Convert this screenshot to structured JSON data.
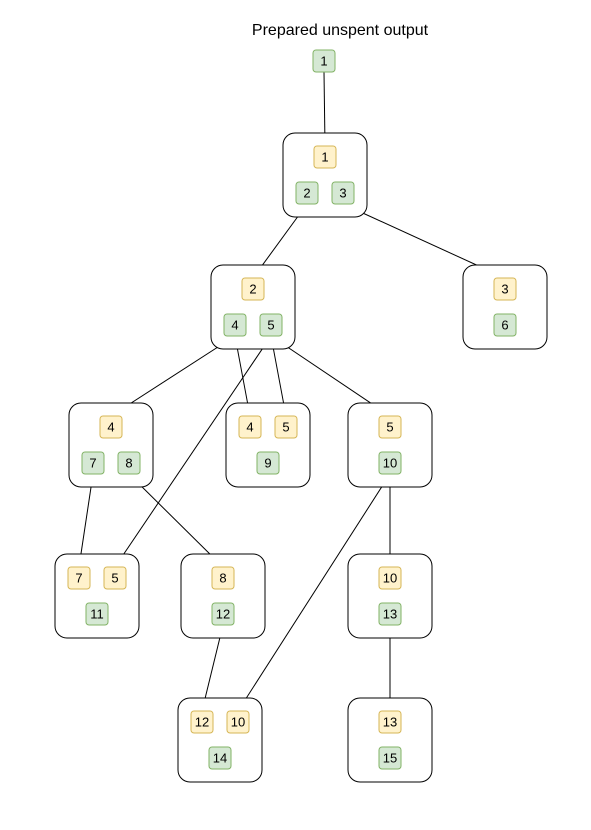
{
  "title": "Prepared unspent output",
  "colors": {
    "input_fill": "#fff2cc",
    "input_stroke": "#d6b656",
    "output_fill": "#d5e8d4",
    "output_stroke": "#82b366",
    "box_stroke": "#000000",
    "edge": "#000000"
  },
  "root_output": {
    "id": "root",
    "label": "1"
  },
  "transactions": [
    {
      "id": "tx1",
      "inputs": [
        "1"
      ],
      "outputs": [
        "2",
        "3"
      ]
    },
    {
      "id": "tx2",
      "inputs": [
        "2"
      ],
      "outputs": [
        "4",
        "5"
      ]
    },
    {
      "id": "tx3",
      "inputs": [
        "3"
      ],
      "outputs": [
        "6"
      ]
    },
    {
      "id": "tx4",
      "inputs": [
        "4"
      ],
      "outputs": [
        "7",
        "8"
      ]
    },
    {
      "id": "tx45",
      "inputs": [
        "4",
        "5"
      ],
      "outputs": [
        "9"
      ]
    },
    {
      "id": "tx5",
      "inputs": [
        "5"
      ],
      "outputs": [
        "10"
      ]
    },
    {
      "id": "tx75",
      "inputs": [
        "7",
        "5"
      ],
      "outputs": [
        "11"
      ]
    },
    {
      "id": "tx8",
      "inputs": [
        "8"
      ],
      "outputs": [
        "12"
      ]
    },
    {
      "id": "tx10",
      "inputs": [
        "10"
      ],
      "outputs": [
        "13"
      ]
    },
    {
      "id": "tx1210",
      "inputs": [
        "12",
        "10"
      ],
      "outputs": [
        "14"
      ]
    },
    {
      "id": "tx13",
      "inputs": [
        "13"
      ],
      "outputs": [
        "15"
      ]
    }
  ],
  "edges": [
    {
      "from": "root",
      "to": "tx1:in:0",
      "arrow": true
    },
    {
      "from": "tx1:out:0",
      "to": "tx2:in:0",
      "arrow": true
    },
    {
      "from": "tx1:out:1",
      "to": "tx3:in:0",
      "arrow": true
    },
    {
      "from": "tx2:out:0",
      "to": "tx4:in:0",
      "arrow": true
    },
    {
      "from": "tx2:out:0",
      "to": "tx45:in:0",
      "arrow": true
    },
    {
      "from": "tx2:out:1",
      "to": "tx45:in:1",
      "arrow": true
    },
    {
      "from": "tx2:out:1",
      "to": "tx5:in:0",
      "arrow": true
    },
    {
      "from": "tx2:out:1",
      "to": "tx75:in:1",
      "arrow": true
    },
    {
      "from": "tx4:out:0",
      "to": "tx75:in:0",
      "arrow": true
    },
    {
      "from": "tx4:out:1",
      "to": "tx8:in:0",
      "arrow": true
    },
    {
      "from": "tx5:out:0",
      "to": "tx10:in:0",
      "arrow": true
    },
    {
      "from": "tx5:out:0",
      "to": "tx1210:in:1",
      "arrow": true
    },
    {
      "from": "tx8:out:0",
      "to": "tx1210:in:0",
      "arrow": true
    },
    {
      "from": "tx10:out:0",
      "to": "tx13:in:0",
      "arrow": false
    }
  ]
}
